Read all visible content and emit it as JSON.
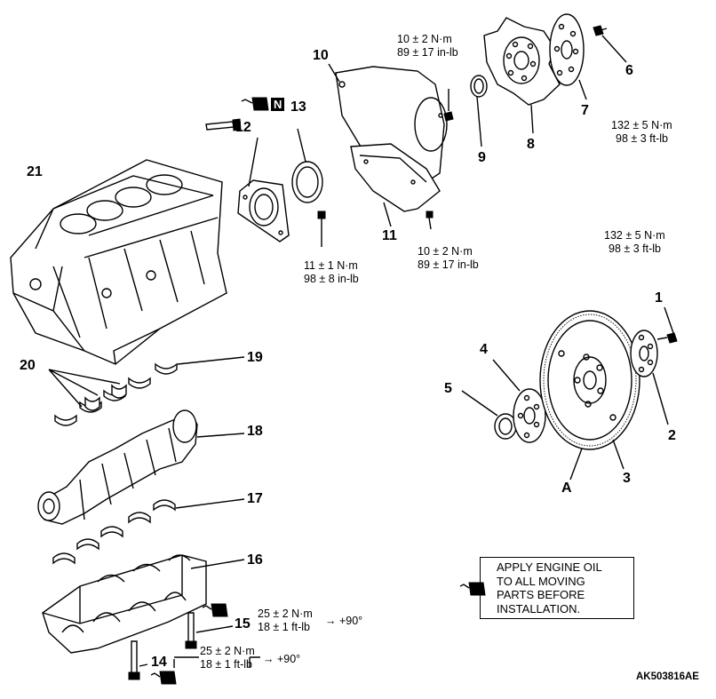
{
  "labels": {
    "n1": "1",
    "n2": "2",
    "n3": "3",
    "n4": "4",
    "n5": "5",
    "n6": "6",
    "n7": "7",
    "n8": "8",
    "n9": "9",
    "n10": "10",
    "n11": "11",
    "n12": "12",
    "n13": "13",
    "n14": "14",
    "n15": "15",
    "n16": "16",
    "n17": "17",
    "n18": "18",
    "n19": "19",
    "n20": "20",
    "n21": "21",
    "a": "A",
    "n_symbol": "N"
  },
  "torque": {
    "t10_top": [
      "10 ± 2 N·m",
      "89 ± 17 in-lb"
    ],
    "t6": [
      "132 ± 5 N·m",
      "98 ± 3 ft-lb"
    ],
    "t1": [
      "132 ± 5 N·m",
      "98 ± 3 ft-lb"
    ],
    "t11_left": [
      "11 ± 1 N·m",
      "98 ± 8 in-lb"
    ],
    "t11_right": [
      "10 ± 2 N·m",
      "89 ± 17 in-lb"
    ],
    "t15": [
      "25 ± 2 N·m",
      "18 ± 1 ft-lb"
    ],
    "t14": [
      "25 ± 2 N·m",
      "18 ± 1 ft-lb"
    ],
    "angle": "→ +90°"
  },
  "note": {
    "lines": [
      "APPLY ENGINE OIL",
      "TO ALL MOVING",
      "PARTS BEFORE",
      "INSTALLATION."
    ]
  },
  "figure_code": "AK503816AE",
  "icons": [
    "oil-can-icon",
    "non-reusable-N-icon"
  ]
}
